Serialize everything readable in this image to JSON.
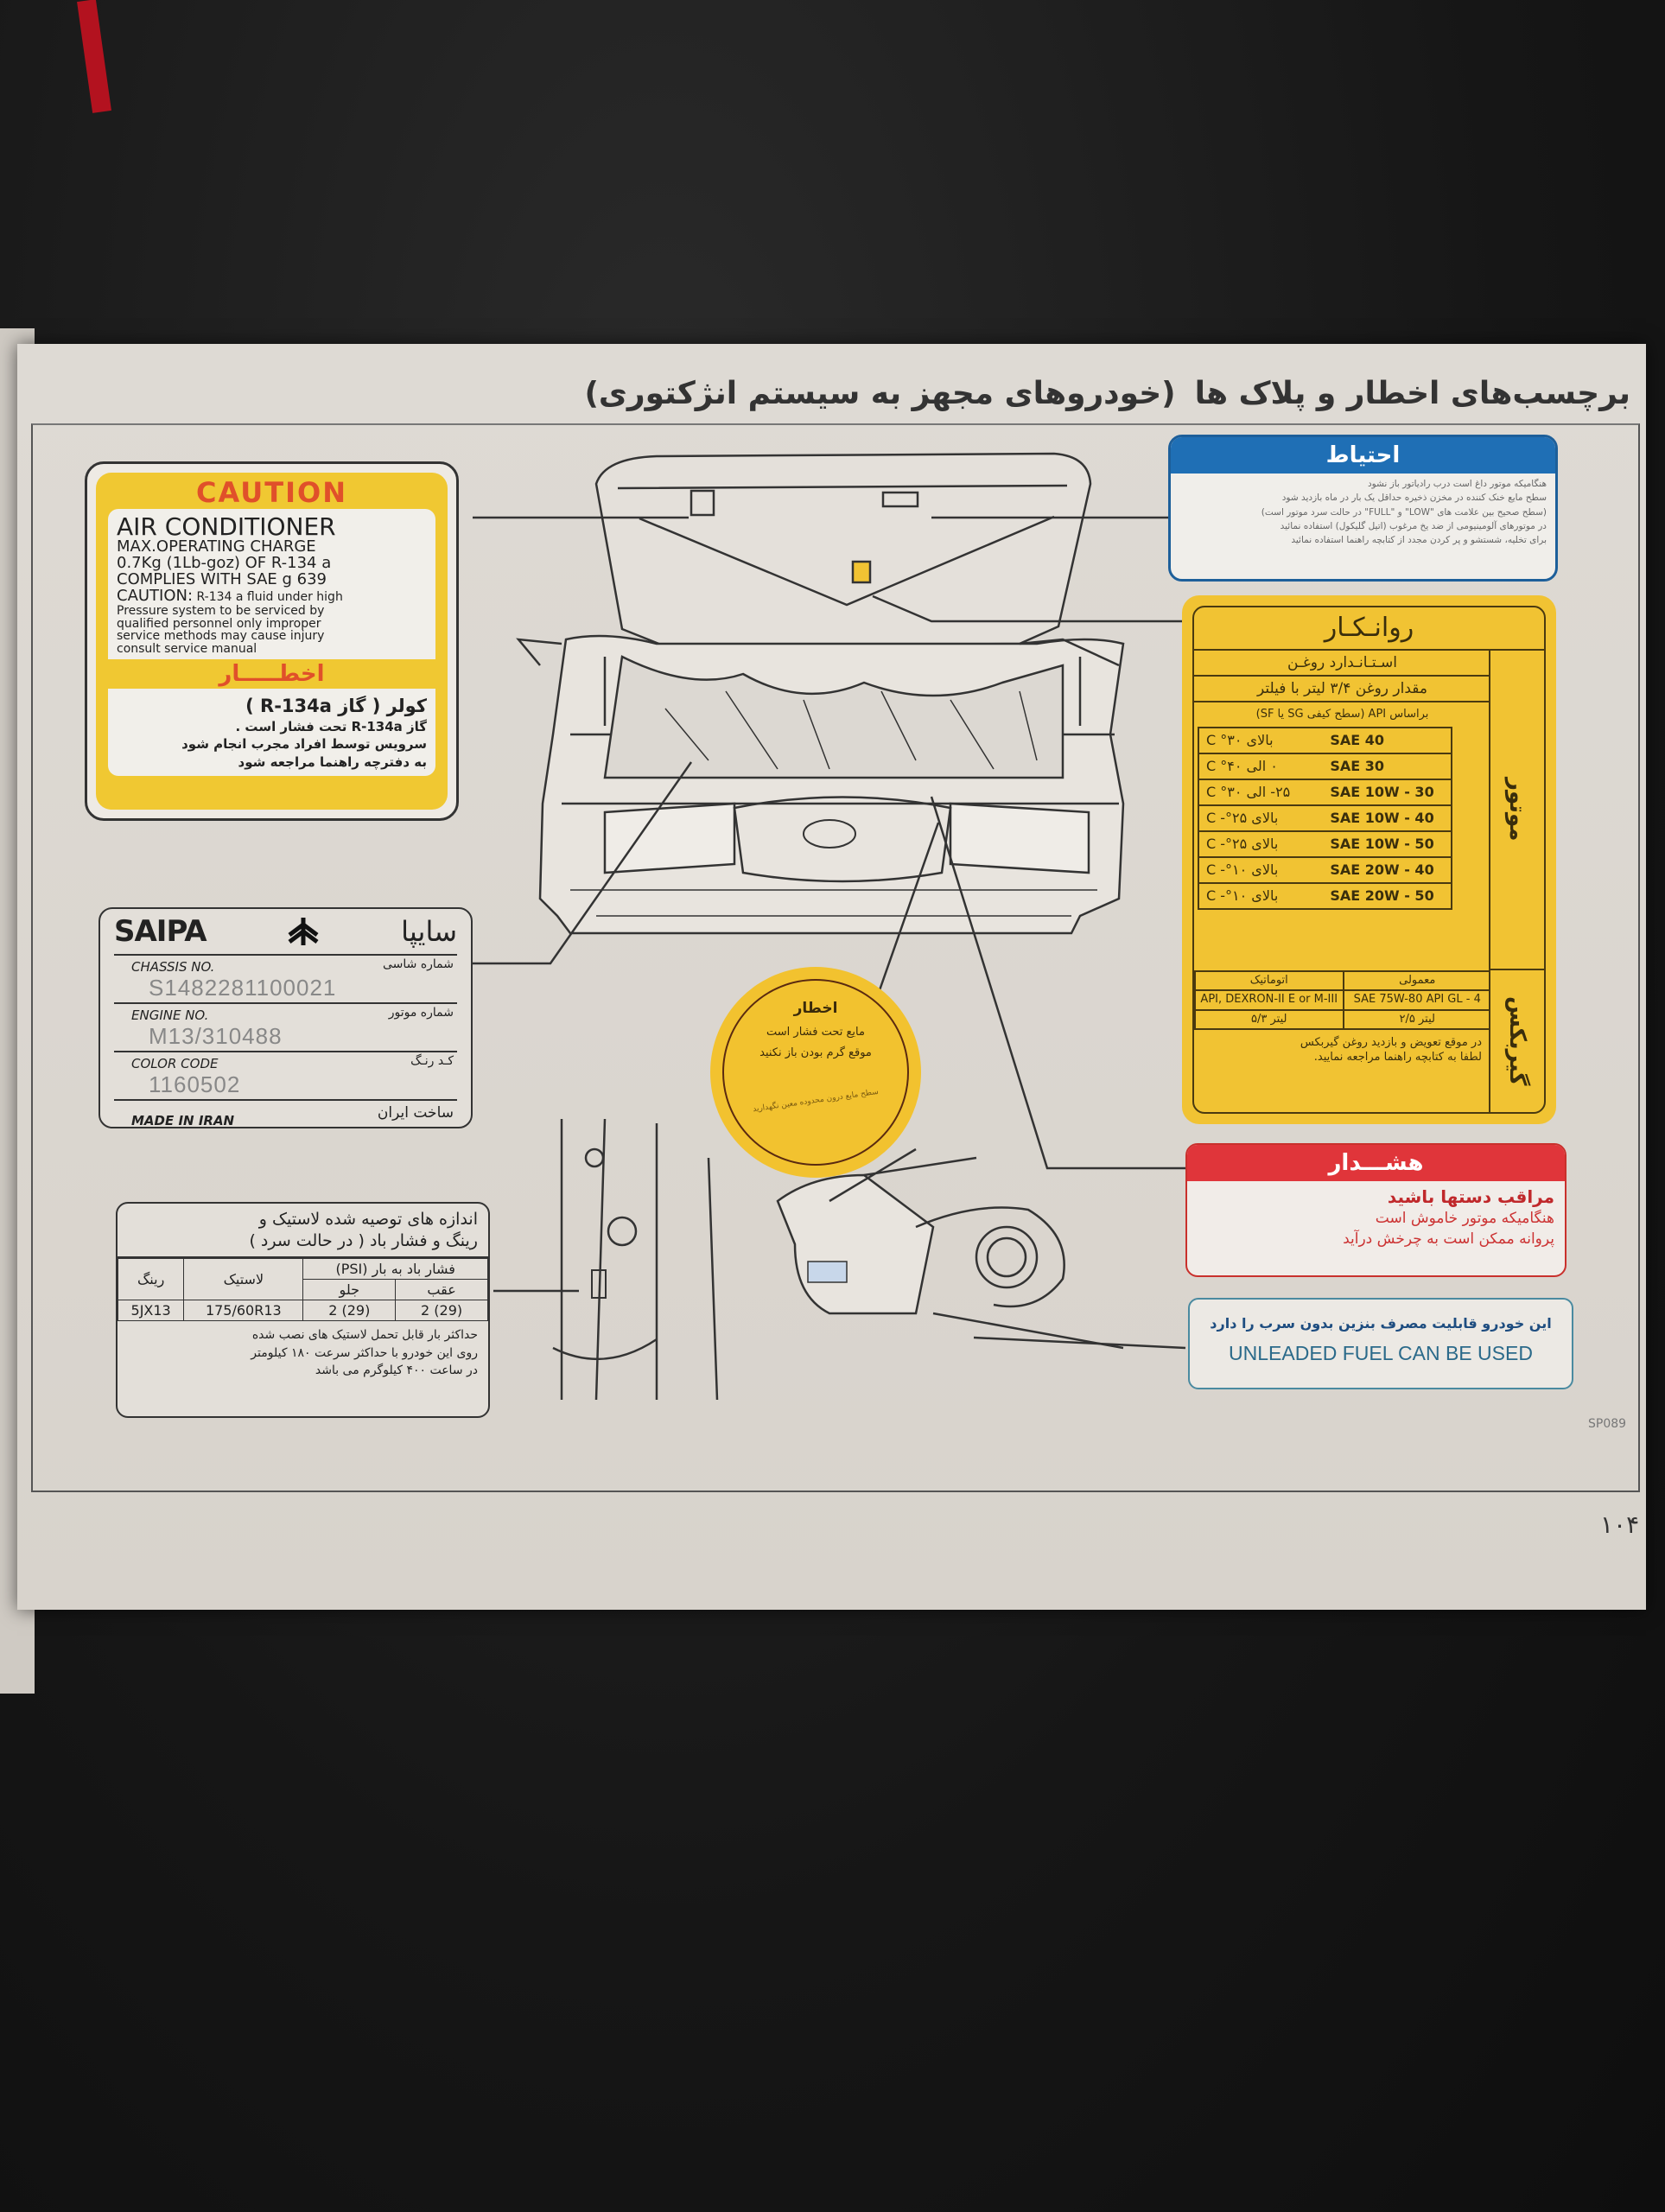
{
  "page": {
    "title_part1": "برچسب‌های اخطار و پلاک ها",
    "title_part2": "(خودروهای مجهز به سیستم انژکتوری)",
    "figure_code": "SP089",
    "page_number": "۱۰۴"
  },
  "caution_label": {
    "header": "CAUTION",
    "line1": "AIR CONDITIONER",
    "line2": "MAX.OPERATING CHARGE",
    "line3": "0.7Kg (1Lb-goz) OF R-134 a",
    "line4": "COMPLIES WITH SAE g 639",
    "line5_bold": "CAUTION:",
    "line5": " R-134 a fluid under high",
    "line6": "Pressure system to be serviced by",
    "line7": "qualified personnel only improper",
    "line8": "service methods may cause injury",
    "line9": "consult service manual",
    "fa_header": "اخطـــــار",
    "fa_line1": "کولر ( گاز  R-134a )",
    "fa_line2": "گاز  R-134a  تحت فشار است .",
    "fa_line3": "سرویس توسط افراد مجرب انجام شود",
    "fa_line4": "به دفترچه راهنما مراجعه شود",
    "accent": "#f0c832",
    "header_color": "#e0502a"
  },
  "saipa_plate": {
    "logo_en": "SAIPA",
    "logo_fa": "سایپا",
    "chassis_label": "CHASSIS NO.",
    "chassis_label_fa": "شماره شاسی",
    "chassis_value": "S1482281100021",
    "engine_label": "ENGINE  NO.",
    "engine_label_fa": "شماره موتور",
    "engine_value": "M13/310488",
    "color_label": "COLOR CODE",
    "color_label_fa": "کـد  رنـگ",
    "color_value": "1160502",
    "made_in": "MADE IN IRAN",
    "made_in_fa": "ساخت ایران"
  },
  "tire_label": {
    "header_line1": "اندازه های توصیه شده لاستیک و",
    "header_line2": "رینگ و فشار باد ( در حالت سرد )",
    "col_rim": "رینگ",
    "col_tire": "لاستیک",
    "col_pressure": "فشار باد به بار (PSI)",
    "col_front": "جلو",
    "col_rear": "عقب",
    "rim": "5JX13",
    "tire": "175/60R13",
    "front": "2 (29)",
    "rear": "2 (29)",
    "foot_line1": "حداکثر بار قابل تحمل لاستیک های نصب شده",
    "foot_line2": "روی این خودرو با حداکثر سرعت ۱۸۰ کیلومتر",
    "foot_line3": "در ساعت ۴۰۰ کیلوگرم می باشد"
  },
  "coolant_label": {
    "header": "احتیاط",
    "items": [
      "هنگامیکه موتور داغ است درب رادیاتور باز نشود",
      "سطح مایع خنک کننده در مخزن ذخیره حداقل یک بار در ماه بازدید شود",
      "(سطح صحیح بین علامت های \"LOW\" و \"FULL\" در حالت سرد موتور است)",
      "در موتورهای آلومینیومی از ضد یخ مرغوب (اتیل گلیکول) استفاده نمائید",
      "برای تخلیه، شستشو و پر کردن مجدد از کتابچه راهنما استفاده نمائید"
    ],
    "accent": "#1f6fb5"
  },
  "lubricant_label": {
    "title": "روانـکـار",
    "engine_side": "موتور",
    "gearbox_side": "گیربکس",
    "oil_standard": "اسـتـانـدارد روغـن",
    "oil_quantity": "مقدار روغن ۳/۴ لیتر با فیلتر",
    "api_note": "براساس API (سطح کیفی SG یا SF)",
    "rows": [
      {
        "sae": "SAE 40",
        "temp": "بالای  ۳۰° C"
      },
      {
        "sae": "SAE 30",
        "temp": "۰  الی  ۴۰° C"
      },
      {
        "sae": "SAE 10W - 30",
        "temp": "۲۵- الی ۳۰° C"
      },
      {
        "sae": "SAE 10W - 40",
        "temp": "بالای  ۲۵°- C"
      },
      {
        "sae": "SAE 10W - 50",
        "temp": "بالای  ۲۵°- C"
      },
      {
        "sae": "SAE 20W - 40",
        "temp": "بالای  ۱۰°- C"
      },
      {
        "sae": "SAE 20W - 50",
        "temp": "بالای  ۱۰°- C"
      }
    ],
    "gear_manual": "معمولی",
    "gear_auto": "اتوماتیک",
    "gear_manual_spec": "SAE 75W-80 API GL - 4",
    "gear_auto_spec": "API, DEXRON-II E or M-III",
    "gear_manual_qty": "لیتر  ۲/۵",
    "gear_auto_qty": "لیتر  ۵/۳",
    "note_line1": "در موقع تعویض و بازدید روغن گیربکس",
    "note_line2": "لطفا به کتابچه راهنما مراجعه نمایید.",
    "accent": "#f1c333"
  },
  "fan_warning": {
    "header": "هشـــدار",
    "line1": "مراقب دستها باشید",
    "line2": "هنگامیکه موتور خاموش است",
    "line3": "پروانه ممکن است به چرخش درآید",
    "accent": "#e0353a"
  },
  "fuel_label": {
    "fa": "این خودرو قابلیت مصرف بنزین بدون سرب را دارد",
    "en": "UNLEADED FUEL CAN BE USED"
  },
  "reservoir_cap": {
    "header": "اخطار",
    "line1": "مایع تحت فشار است",
    "line2": "موقع گرم بودن باز نکنید",
    "curved": "سطح مایع درون محدوده معین نگهدارید"
  }
}
